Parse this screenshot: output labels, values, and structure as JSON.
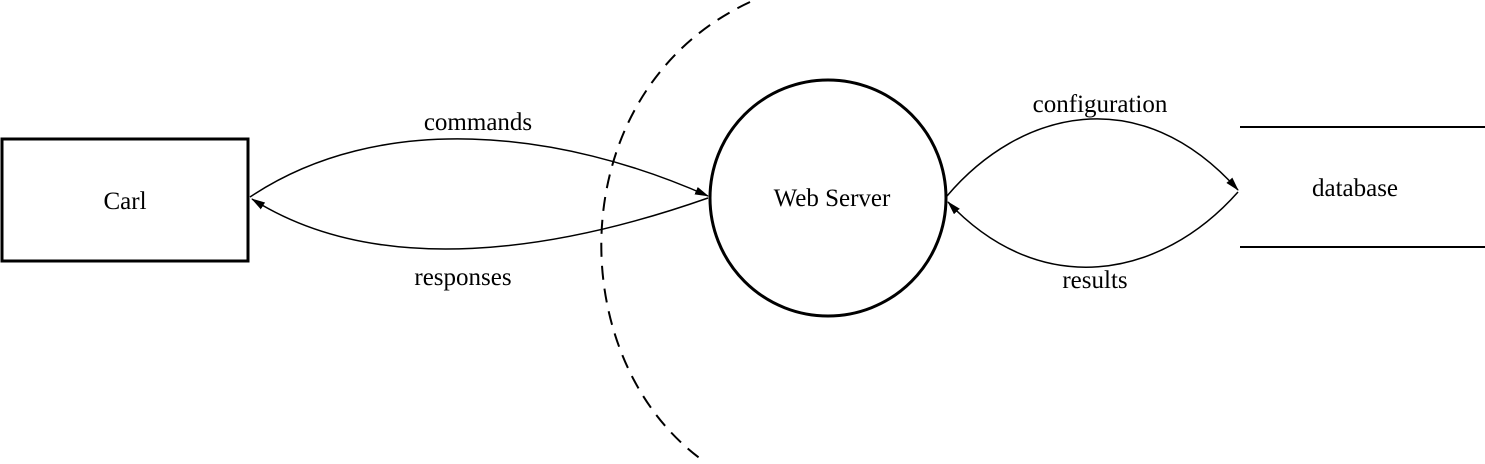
{
  "nodes": {
    "carl": "Carl",
    "web_server": "Web Server",
    "database": "database"
  },
  "flows": {
    "commands": "commands",
    "responses": "responses",
    "configuration": "configuration",
    "results": "results"
  }
}
